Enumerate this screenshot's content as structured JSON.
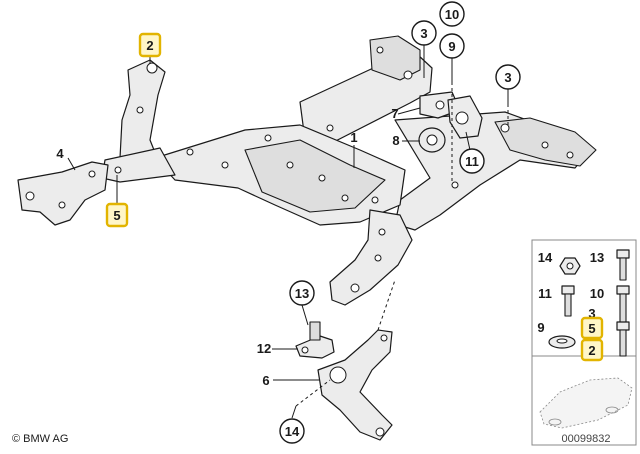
{
  "labels": {
    "frame": "1",
    "bolt_upper_left": "2",
    "bolt_upper_mid": "3",
    "bolt_right": "3",
    "bracket_left": "4",
    "washer_left": "5",
    "wishbone": "6",
    "bushing_bracket": "7",
    "rubber_mount": "8",
    "nut_top": "9",
    "bolt_top": "10",
    "clamp": "11",
    "sensor": "12",
    "bolt_sensor": "13",
    "bolt_bottom": "14"
  },
  "legend": {
    "r1_left": "14",
    "r1_right": "13",
    "r2_left": "11",
    "r2_right": "10",
    "r3_top": "3",
    "r3_left": "9",
    "r3_mid": "5",
    "r4_mid": "2"
  },
  "footer": {
    "copyright": "© BMW AG",
    "diagram_number": "00099832"
  }
}
